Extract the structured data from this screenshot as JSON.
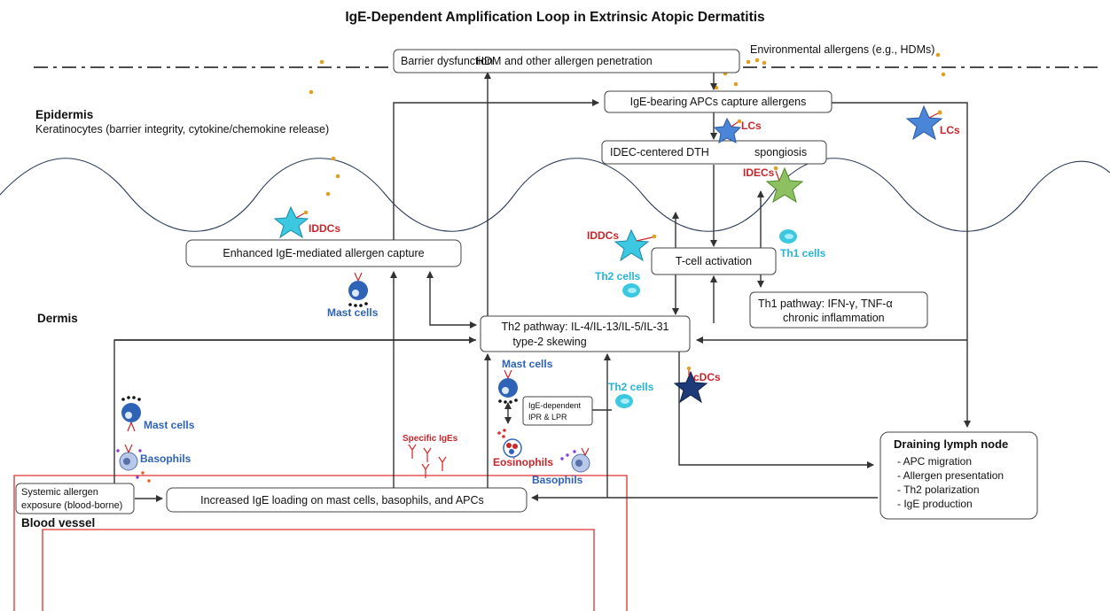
{
  "title": "IgE-Dependent Amplification Loop in Extrinsic Atopic Dermatitis",
  "regions": {
    "epidermis": "Epidermis",
    "keratinocytes": "Keratinocytes (barrier integrity, cytokine/chemokine release)",
    "dermis": "Dermis",
    "blood_vessel": "Blood vessel",
    "environmental": "Environmental allergens (e.g., HDMs)"
  },
  "nodes": {
    "barrier": "Barrier dysfunction",
    "barrier_result": "HDM and other allergen penetration",
    "ige_apc": "IgE-bearing APCs capture allergens",
    "idec_dth": "IDEC-centered DTH",
    "spongiosis": "spongiosis",
    "enhanced_capture": "Enhanced IgE-mediated allergen capture",
    "tcell": "T-cell activation",
    "th1_line1": "Th1 pathway: IFN-γ, TNF-α",
    "th1_line2": "chronic inflammation",
    "th2_line1": "Th2 pathway: IL-4/IL-13/IL-5/IL-31",
    "th2_line2": "type-2 skewing",
    "ipr_line1": "IgE-dependent",
    "ipr_line2": "IPR  & LPR",
    "systemic_line1": "Systemic allergen",
    "systemic_line2": "exposure (blood-borne)",
    "ige_loading": "Increased IgE loading on mast cells, basophils, and APCs",
    "lymph_title": "Draining lymph node",
    "lymph_items": [
      "- APC migration",
      "- Allergen presentation",
      "- Th2 polarization",
      "- IgE production"
    ]
  },
  "cells": {
    "lcs_epidermis": "LCs",
    "lcs_center": "LCs",
    "idecs": "IDECs",
    "iddcs_left": "IDDCs",
    "iddcs_center": "IDDCs",
    "th1": "Th1 cells",
    "th2_center": "Th2 cells",
    "th2_lower": "Th2 cells",
    "mast_dermis": "Mast cells",
    "mast_center": "Mast cells",
    "mast_left": "Mast cells",
    "basophils_left": "Basophils",
    "basophils_center": "Basophils",
    "eosinophils": "Eosinophils",
    "cdcs": "cDCs",
    "specific_iges": "Specific IgEs"
  },
  "colors": {
    "label_blue": "#2e63b8",
    "label_cyan": "#26b4d8",
    "label_red": "#c8262b",
    "vessel": "#e03030",
    "allergen": "#e0a020",
    "lc_star": "#4a86d8",
    "iddc_star": "#3cc8e0",
    "idec_star": "#8dc060",
    "cdc_star": "#1f3a78"
  }
}
